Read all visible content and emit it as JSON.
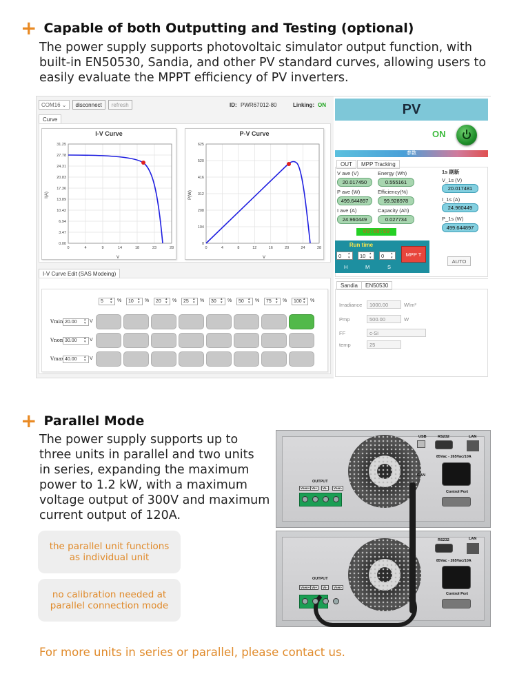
{
  "section1": {
    "title": "Capable of both Outputting and Testing (optional)",
    "lines": [
      "The power supply supports photovoltaic simulator output function, with",
      "built-in EN50530, Sandia, and other PV standard curves, allowing users to",
      "easily evaluate the MPPT efficiency of PV inverters."
    ]
  },
  "software": {
    "com_port": "COM16",
    "disconnect_label": "disconnect",
    "refresh_label": "refresh",
    "id_label": "ID:",
    "id_value": "PWR67012-80",
    "linking_label": "Linking:",
    "linking_value": "ON",
    "curve_tab": "Curve",
    "iv_chart": {
      "title": "I-V Curve",
      "xlabel": "V",
      "ylabel": "I(A)",
      "yticks": [
        "31.25",
        "27.78",
        "24.31",
        "20.83",
        "17.36",
        "13.89",
        "10.42",
        "6.94",
        "3.47",
        "0.00"
      ],
      "xticks": [
        "0",
        "4",
        "9",
        "14",
        "18",
        "23",
        "28"
      ]
    },
    "pv_chart": {
      "title": "P-V Curve",
      "xlabel": "V",
      "ylabel": "P(W)",
      "yticks": [
        "625",
        "520",
        "416",
        "312",
        "208",
        "104",
        "0"
      ],
      "xticks": [
        "0",
        "4",
        "8",
        "12",
        "16",
        "20",
        "24",
        "28"
      ]
    },
    "sas_tab": "I-V Curve Edit (SAS Modeing)",
    "percentages": [
      "5",
      "10",
      "20",
      "25",
      "30",
      "50",
      "75",
      "100"
    ],
    "pct_sign": "%",
    "vmin_label": "Vmin",
    "vmin_value": "20.00",
    "vnom_label": "Vnom",
    "vnom_value": "30.00",
    "vmax_label": "Vmax",
    "vmax_value": "40.00",
    "v_unit": "V",
    "pv_panel": {
      "title": "PV",
      "on_label": "ON",
      "param_bar": "参数",
      "tab_out": "OUT",
      "tab_mppt": "MPP Tracking",
      "v_ave_label": "V ave (V)",
      "v_ave": "20.017450",
      "energy_label": "Energy (Wh)",
      "energy": "0.555161",
      "p_ave_label": "P ave (W)",
      "p_ave": "499.644897",
      "eff_label": "Efficiency(%)",
      "eff": "99.928978",
      "i_ave_label": "I ave (A)",
      "i_ave": "24.960449",
      "cap_label": "Capacity (Ah)",
      "cap": "0.027734",
      "refresh_title": "1s 刷新",
      "v1s_label": "V_1s (V)",
      "v1s": "20.017481",
      "i1s_label": "I_1s (A)",
      "i1s": "24.960449",
      "p1s_label": "P_1s (W)",
      "p1s": "499.644897",
      "timer": "00:08:59",
      "run_time": "Run time",
      "h_value": "0",
      "m_value": "10",
      "s_value": "0",
      "h_label": "H",
      "m_label": "M",
      "s_label": "S",
      "mppt_btn": "MPP T",
      "auto_btn": "AUTO",
      "tab_sandia": "Sandia",
      "tab_en50530": "EN50530",
      "irr_label": "Irradiance",
      "irr_value": "1000.00",
      "irr_unit": "W/m²",
      "pmp_label": "Pmp",
      "pmp_value": "500.00",
      "pmp_unit": "W",
      "ff_label": "FF",
      "ff_value": "c-Si",
      "temp_label": "temp",
      "temp_value": "25"
    }
  },
  "section2": {
    "title": "Parallel Mode",
    "lines": [
      "The power supply supports up to",
      "three units in parallel and two units",
      "in series, expanding the maximum",
      "power to 1.2 kW, with a maximum",
      "voltage output of 300V and maximum",
      "current output of 120A."
    ],
    "box1": [
      "the parallel unit functions",
      "as individual unit"
    ],
    "box2": [
      "no calibration needed at",
      "parallel connection mode"
    ],
    "contact": "For more units in series or parallel, please contact us."
  },
  "device": {
    "usb": "USB",
    "rs232": "RS232",
    "lan": "LAN",
    "can": "CAN",
    "mains": "85Vac - 265Vac/10A",
    "control_port": "Control Port",
    "output": "OUTPUT",
    "terminals": [
      "Vsen+",
      "Vo+",
      "Vo-",
      "Vsen-"
    ]
  },
  "colors": {
    "accent": "#e98a24",
    "pv_header": "#7ec7d8",
    "run_box": "#1d8fa0",
    "curve": "#1e1ee0",
    "mpp_point": "#e02020"
  }
}
